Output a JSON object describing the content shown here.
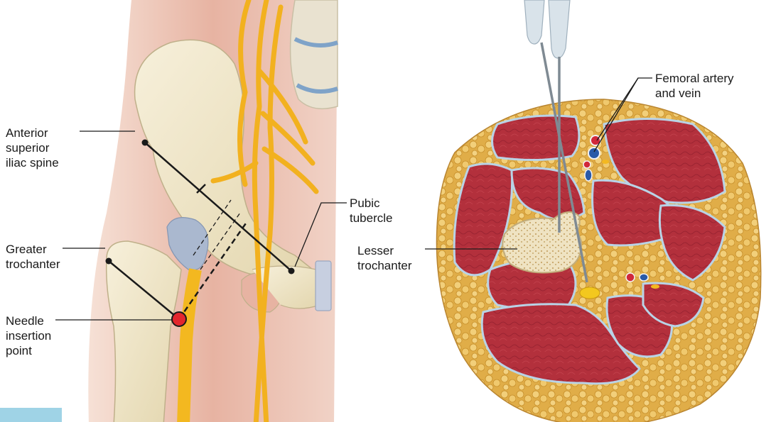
{
  "labels": {
    "asis": "Anterior\nsuperior\niliac spine",
    "greater_trochanter": "Greater\ntrochanter",
    "needle_point": "Needle\ninsertion\npoint",
    "pubic_tubercle": "Pubic\ntubercle",
    "lesser_trochanter": "Lesser\ntrochanter",
    "femoral_vessels": "Femoral artery\nand vein"
  },
  "colors": {
    "skin": "#e8b8a6",
    "bone": "#efe6c8",
    "cartilage": "#b9c9dc",
    "nerve": "#f3b820",
    "muscle": "#b8313f",
    "fat": "#e2b04a",
    "fascia": "#b9d3e6",
    "needle_marker": "#e3262e",
    "line": "#1a1a1a"
  }
}
